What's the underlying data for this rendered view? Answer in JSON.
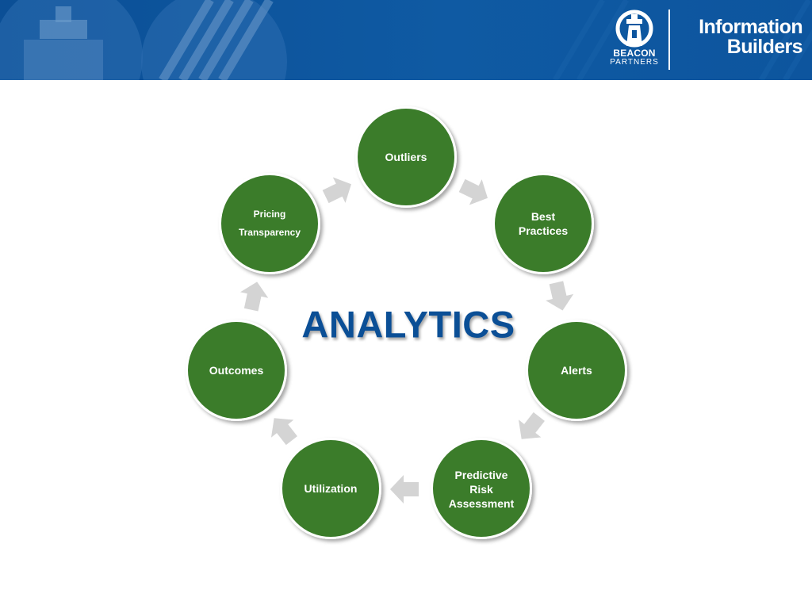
{
  "header": {
    "beacon_name": "BEACON",
    "beacon_sub": "PARTNERS",
    "ib_line1": "Information",
    "ib_line2": "Builders"
  },
  "diagram": {
    "center_title": "ANALYTICS",
    "nodes": [
      {
        "id": "outliers",
        "label": "Outliers"
      },
      {
        "id": "best-practices",
        "label": "Best Practices"
      },
      {
        "id": "alerts",
        "label": "Alerts"
      },
      {
        "id": "predictive-risk-assessment",
        "label": "Predictive Risk Assessment"
      },
      {
        "id": "utilization",
        "label": "Utilization"
      },
      {
        "id": "outcomes",
        "label": "Outcomes"
      },
      {
        "id": "pricing-transparency",
        "label": "Pricing Transparency"
      }
    ]
  },
  "colors": {
    "header_blue": "#0b4f96",
    "node_green": "#3a7b2b",
    "arrow_gray": "#d4d4d4",
    "title_blue": "#0b4f96"
  }
}
